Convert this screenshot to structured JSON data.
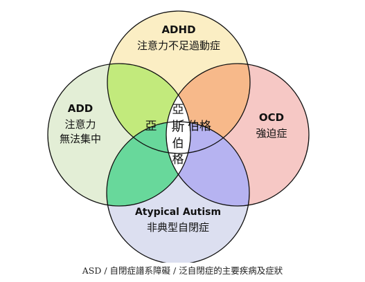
{
  "circles": {
    "top": {
      "title": "ADHD",
      "subtitle": "注意力不足過動症"
    },
    "left": {
      "title": "ADD",
      "subtitle_line1": "注意力",
      "subtitle_line2": "無法集中"
    },
    "right": {
      "title": "OCD",
      "subtitle": "強迫症"
    },
    "bottom": {
      "title": "Atypical Autism",
      "subtitle": "非典型自閉症"
    }
  },
  "center": {
    "char_top": "亞",
    "char_middle": "斯",
    "char_left": "亞",
    "char_right_text": "伯格",
    "char_bottom_line1": "伯",
    "char_bottom_line2": "格"
  },
  "caption": "ASD / 自閉症譜系障礙  /  泛自閉症的主要疾病及症狀",
  "colors": {
    "top_circle": "#fbeec4",
    "left_circle": "#e3eed6",
    "right_circle": "#f6c8c5",
    "bottom_circle": "#dcdff0",
    "overlap_top_left": "#c2ea7c",
    "overlap_top_right": "#f7b98a",
    "overlap_left_bottom": "#68d89b",
    "overlap_right_bottom": "#b6b3f1",
    "center": "#ffffff",
    "stroke": "#111111"
  }
}
